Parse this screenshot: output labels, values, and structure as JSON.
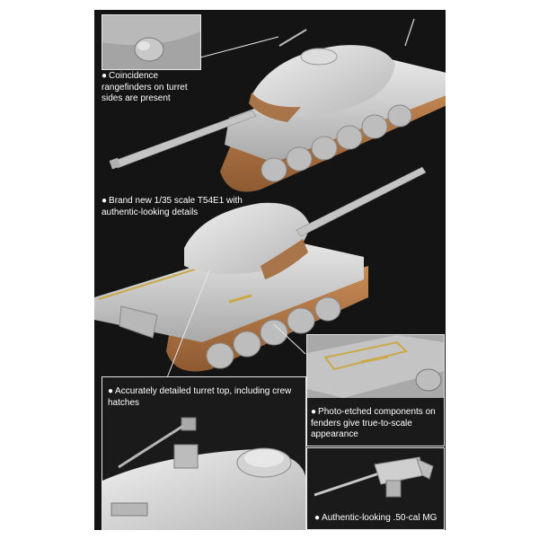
{
  "callouts": {
    "rangefinders": "Coincidence rangefinders on turret sides are present",
    "scale": "Brand new 1/35 scale T54E1 with authentic-looking details",
    "turret_top": "Accurately detailed turret top, including crew hatches",
    "photo_etched": "Photo-etched components on fenders give true-to-scale appearance",
    "machine_gun": "Authentic-looking .50-cal MG"
  },
  "bullet_glyph": "●",
  "colors": {
    "background": "#141414",
    "model_grey": "#cfcfcf",
    "track_tan": "#b97a48",
    "photo_etch": "#c9a94a",
    "inset_border": "#e6e6e6"
  }
}
